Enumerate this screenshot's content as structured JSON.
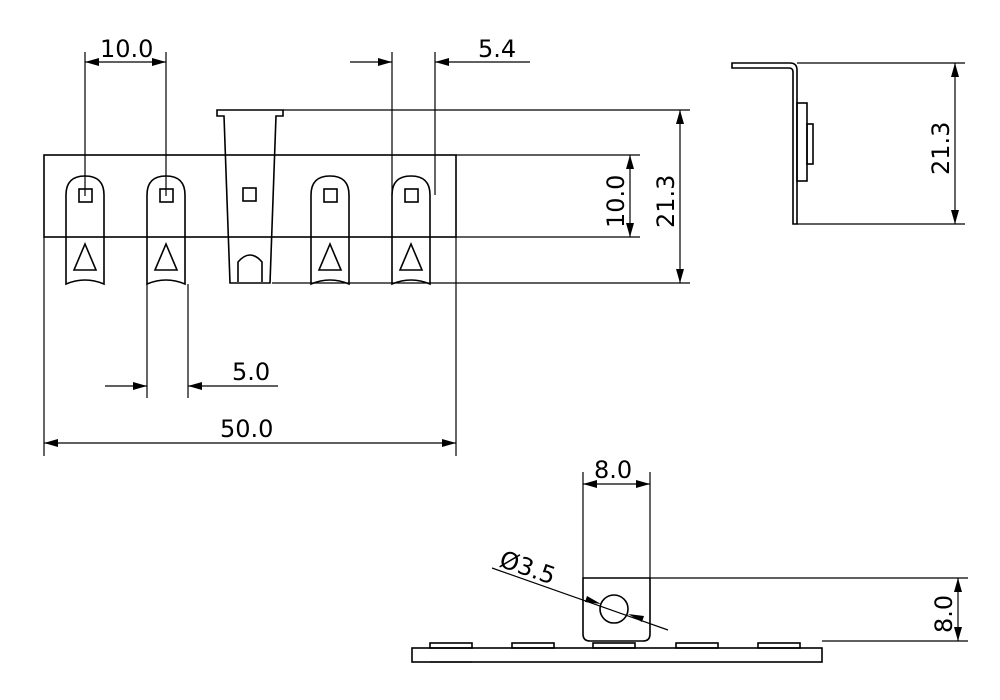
{
  "dimensions": {
    "tab_pitch": "10.0",
    "tab_width": "5.4",
    "front_height": "21.3",
    "hole_spacing": "10.0",
    "tab_gap": "5.0",
    "overall_width": "50.0",
    "side_height": "21.3",
    "bottom_tab_width": "8.0",
    "hole_diameter": "Ø3.5",
    "bottom_tab_height": "8.0"
  }
}
